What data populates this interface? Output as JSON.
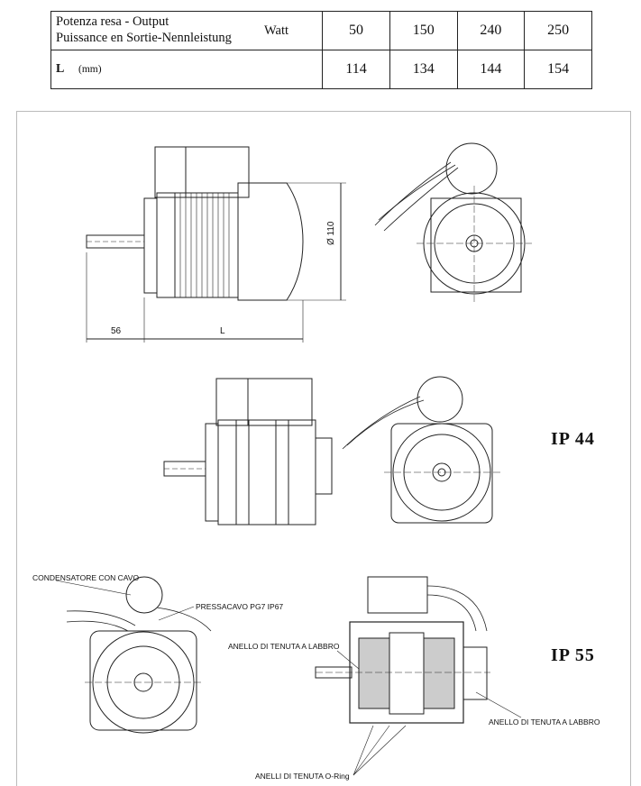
{
  "table": {
    "row1": {
      "label_line1": "Potenza resa - Output",
      "label_line2": "Puissance en Sortie-Nennleistung",
      "unit": "Watt",
      "values": [
        "50",
        "150",
        "240",
        "250"
      ]
    },
    "row2": {
      "label": "L",
      "unit": "(mm)",
      "values": [
        "114",
        "134",
        "144",
        "154"
      ]
    }
  },
  "labels": {
    "ip44": "IP 44",
    "ip55": "IP 55"
  },
  "dimensions": {
    "diameter": "Ø 110",
    "shaft": "56",
    "length": "L"
  },
  "callouts": {
    "condensatore": "CONDENSATORE CON CAVO",
    "pressacavo": "PRESSACAVO PG7  IP67",
    "anello_labbro_left": "ANELLO DI TENUTA A LABBRO",
    "anello_labbro_right": "ANELLO DI TENUTA A LABBRO",
    "anelli_oring": "ANELLI DI TENUTA O-Ring"
  }
}
